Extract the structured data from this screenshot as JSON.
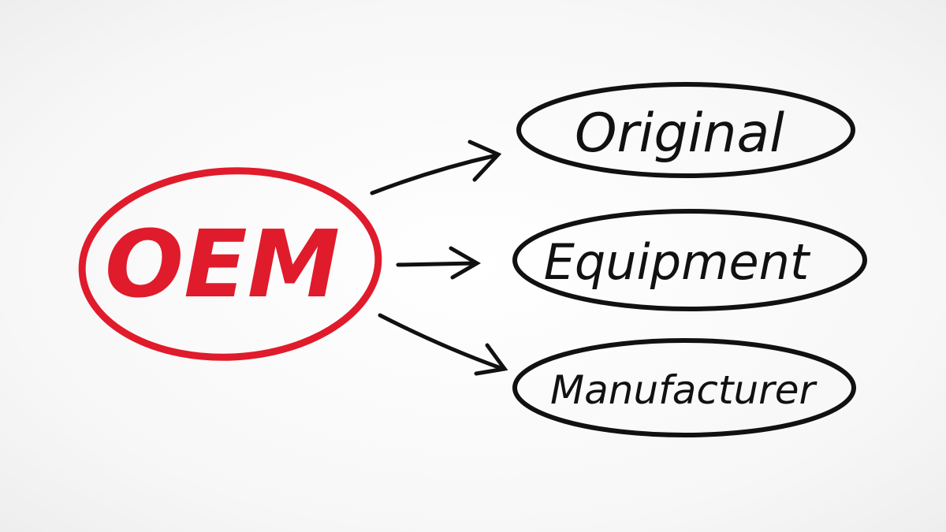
{
  "acronym": {
    "text": "OEM",
    "color": "#e01b2b"
  },
  "terms": [
    {
      "text": "Original"
    },
    {
      "text": "Equipment"
    },
    {
      "text": "Manufacturer"
    }
  ],
  "ink_color": "#111111"
}
